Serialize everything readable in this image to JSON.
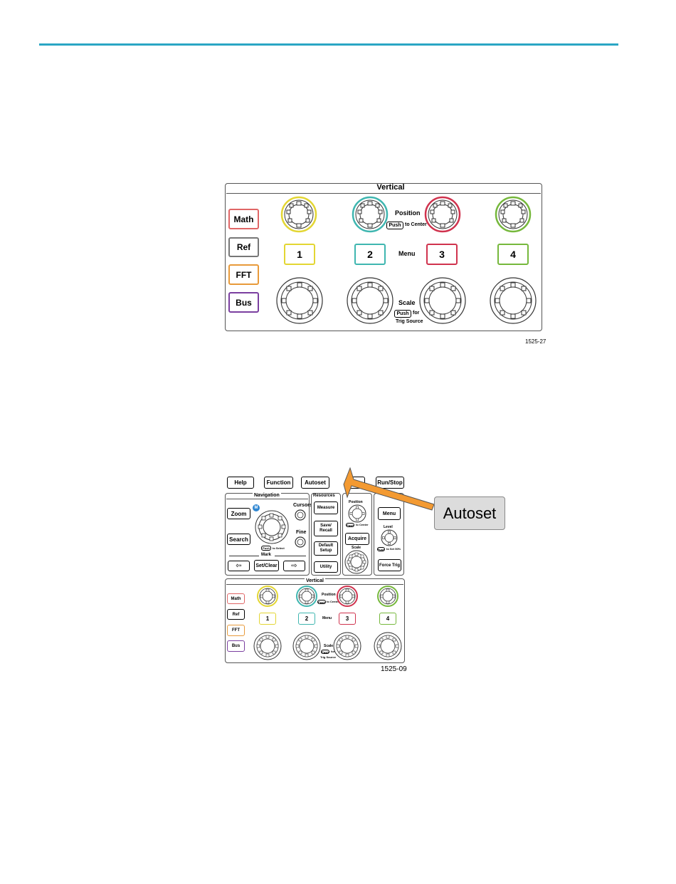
{
  "figure1": {
    "section_title": "Vertical",
    "buttons": {
      "math": "Math",
      "ref": "Ref",
      "fft": "FFT",
      "bus": "Bus"
    },
    "channels": [
      "1",
      "2",
      "3",
      "4"
    ],
    "position_label": "Position",
    "push_label": "Push",
    "to_center_label": "to Center",
    "menu_label": "Menu",
    "scale_label": "Scale",
    "for_label": "for",
    "trig_source_label": "Trig Source",
    "figure_id": "1525-27"
  },
  "figure2": {
    "top_buttons": {
      "help": "Help",
      "function": "Function",
      "autoset": "Autoset",
      "run_stop": "Run/Stop"
    },
    "navigation": {
      "title": "Navigation",
      "zoom": "Zoom",
      "search": "Search",
      "cursors": "Cursors",
      "fine": "Fine",
      "push_select": "Push",
      "to_select": "to Select",
      "m_badge": "M",
      "mark": "Mark",
      "set_clear": "Set/Clear"
    },
    "resources": {
      "title": "Resources",
      "measure": "Measure",
      "save_recall": "Save/ Recall",
      "default_setup": "Default Setup",
      "utility": "Utility"
    },
    "horizontal": {
      "position": "Position",
      "push": "Push",
      "to_center": "to Center",
      "acquire": "Acquire",
      "scale": "Scale"
    },
    "trigger": {
      "menu": "Menu",
      "level": "Level",
      "push": "Push",
      "to_set": "to Set 50%",
      "force_trig": "Force Trig"
    },
    "vertical": {
      "title": "Vertical",
      "math": "Math",
      "ref": "Ref",
      "fft": "FFT",
      "bus": "Bus",
      "channels": [
        "1",
        "2",
        "3",
        "4"
      ],
      "position": "Position",
      "push": "Push",
      "to_center": "to Center",
      "menu": "Menu",
      "scale": "Scale",
      "for": "for",
      "trig_source": "Trig Source"
    },
    "callout": "Autoset",
    "figure_id": "1525-09"
  },
  "colors": {
    "rule": "#2aa6c4",
    "ch1": "#e3d633",
    "ch2": "#3fb6b0",
    "ch3": "#d0334e",
    "ch4": "#76b83c",
    "math": "#e06666",
    "fft": "#e89a3a",
    "bus": "#7b3fa0",
    "arrow": "#f39a32",
    "badge": "#2e86d1"
  }
}
